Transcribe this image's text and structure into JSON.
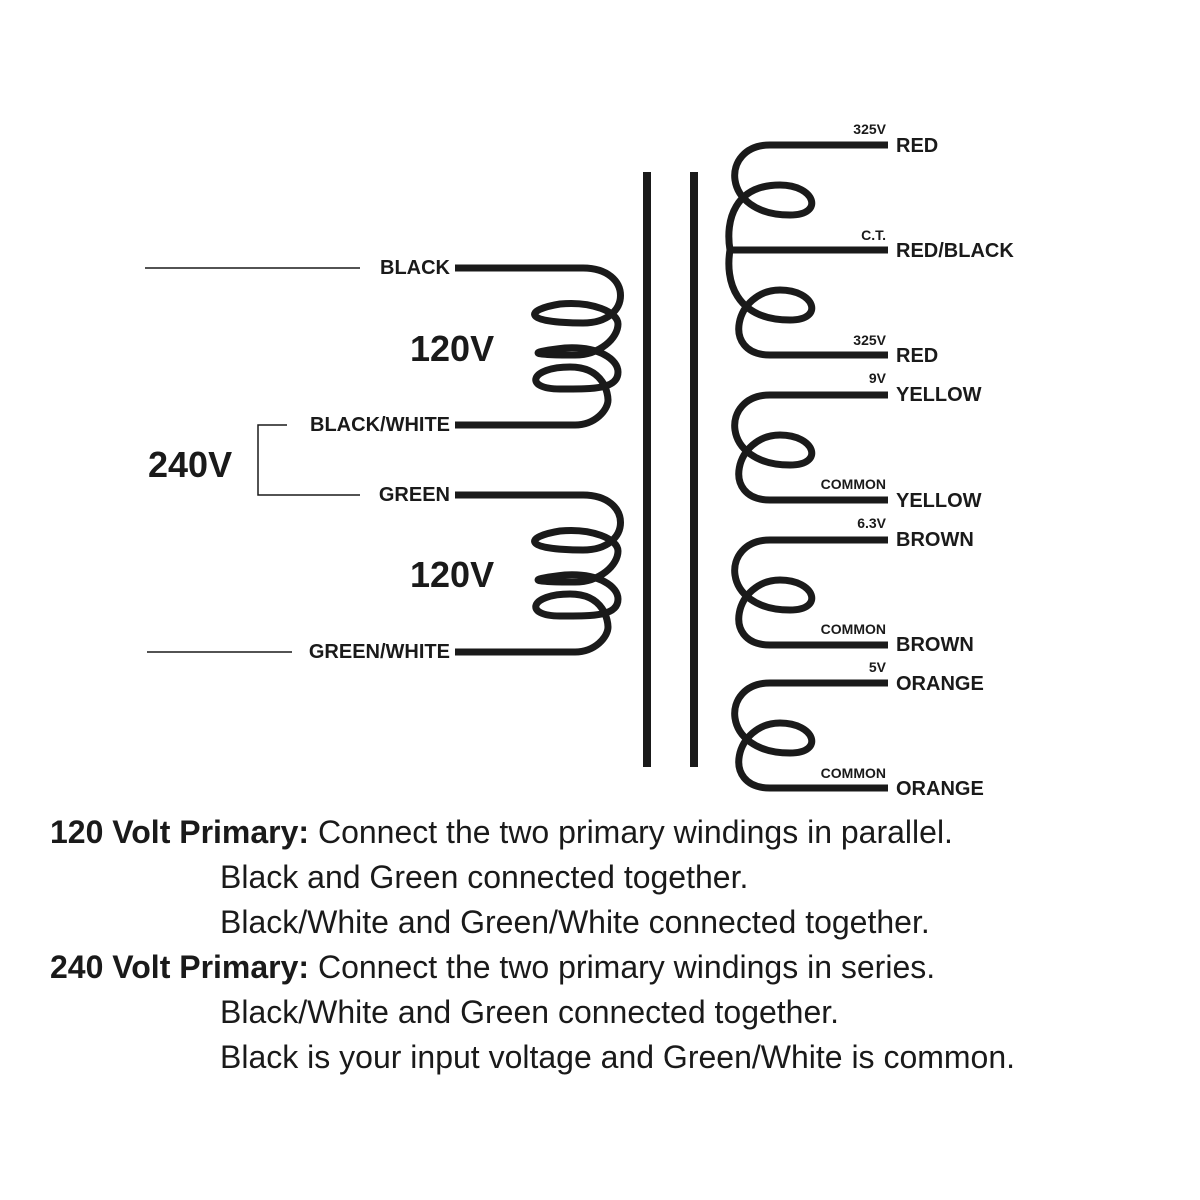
{
  "primary": {
    "black": "BLACK",
    "black_white": "BLACK/WHITE",
    "green": "GREEN",
    "green_white": "GREEN/WHITE",
    "winding_top_voltage": "120V",
    "winding_bottom_voltage": "120V",
    "series_voltage": "240V"
  },
  "secondary": {
    "hv": {
      "top_voltage": "325V",
      "top_color": "RED",
      "ct_label": "C.T.",
      "ct_color": "RED/BLACK",
      "bottom_voltage": "325V",
      "bottom_color": "RED"
    },
    "w9v": {
      "voltage": "9V",
      "color": "YELLOW",
      "common_label": "COMMON",
      "common_color": "YELLOW"
    },
    "w63v": {
      "voltage": "6.3V",
      "color": "BROWN",
      "common_label": "COMMON",
      "common_color": "BROWN"
    },
    "w5v": {
      "voltage": "5V",
      "color": "ORANGE",
      "common_label": "COMMON",
      "common_color": "ORANGE"
    }
  },
  "notes": {
    "p120_head": "120 Volt Primary:",
    "p120_text": " Connect the two primary windings in parallel.",
    "p120_line2": "Black and Green connected together.",
    "p120_line3": "Black/White and Green/White connected together.",
    "p240_head": "240 Volt Primary:",
    "p240_text": " Connect the two primary windings in series.",
    "p240_line2": "Black/White and Green connected together.",
    "p240_line3": "Black is your input voltage and Green/White is common."
  }
}
